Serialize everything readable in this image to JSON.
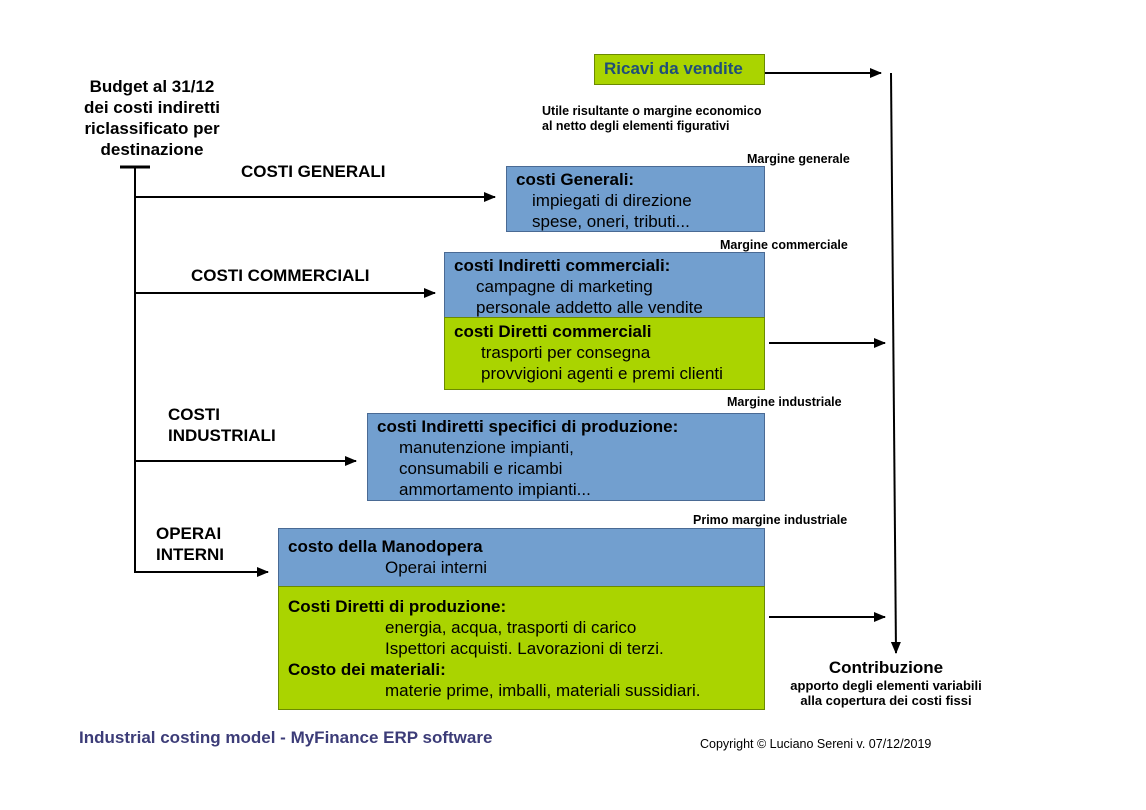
{
  "budget_title": [
    "Budget al 31/12",
    "dei costi indiretti",
    "riclassificato per",
    "destinazione"
  ],
  "branches": {
    "generali": "COSTI GENERALI",
    "commerciali": "COSTI COMMERCIALI",
    "industriali": [
      "COSTI",
      "INDUSTRIALI"
    ],
    "operai": [
      "OPERAI",
      "INTERNI"
    ]
  },
  "ricavi": "Ricavi da vendite",
  "utile_note": [
    "Utile risultante o margine economico",
    "al netto degli elementi figurativi"
  ],
  "margins": {
    "generale": "Margine generale",
    "commerciale": "Margine commerciale",
    "industriale": "Margine industriale",
    "primo": "Primo margine industriale"
  },
  "boxes": {
    "generali": {
      "title": "costi Generali:",
      "lines": [
        "impiegati di direzione",
        "spese, oneri, tributi..."
      ]
    },
    "indiretti_commerciali": {
      "title": "costi Indiretti commerciali:",
      "lines": [
        "campagne di marketing",
        "personale addetto alle vendite"
      ]
    },
    "diretti_commerciali": {
      "title": "costi Diretti commerciali",
      "lines": [
        "trasporti per consegna",
        "provvigioni agenti e premi clienti"
      ]
    },
    "indiretti_produzione": {
      "title": "costi Indiretti specifici di produzione:",
      "lines": [
        "manutenzione impianti,",
        "consumabili e ricambi",
        "ammortamento impianti..."
      ]
    },
    "manodopera": {
      "title": "costo della Manodopera",
      "lines": [
        "Operai interni"
      ]
    },
    "diretti_produzione": {
      "title": "Costi Diretti di produzione:",
      "lines": [
        "energia, acqua, trasporti di carico",
        "Ispettori acquisti. Lavorazioni di terzi."
      ]
    },
    "materiali": {
      "title": "Costo dei materiali:",
      "lines": [
        "materie prime, imballi, materiali sussidiari."
      ]
    }
  },
  "contribuzione": {
    "title": "Contribuzione",
    "lines": [
      "apporto degli elementi variabili",
      "alla copertura dei costi fissi"
    ]
  },
  "footer": {
    "caption": "Industrial costing model - MyFinance ERP software",
    "copyright": "Copyright © Luciano Sereni v. 07/12/2019"
  },
  "colors": {
    "blue_box": "#729fcf",
    "green_box": "#aad400",
    "caption": "#3c3c78"
  }
}
